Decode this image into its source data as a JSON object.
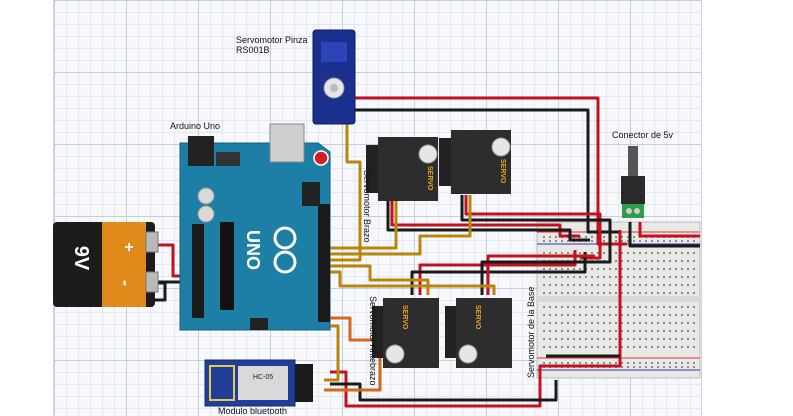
{
  "labels": {
    "servo_pinza_line1": "Servomotor Pinza",
    "servo_pinza_line2": "RS001B",
    "arduino": "Arduino Uno",
    "conector": "Conector de 5v",
    "servo_brazo": "Servomotor Brazo",
    "servo_antebrazo": "Servomotor Antebrazo",
    "servo_base": "Servomotor de la Base",
    "bluetooth": "Modulo bluetooth"
  },
  "component_text": {
    "battery": "9V",
    "battery_plus": "+",
    "battery_minus": "-",
    "servo_tag": "SERVO",
    "uno": "UNO",
    "bt_model": "HC-05"
  },
  "colors": {
    "wire_red": "#c1121f",
    "wire_black": "#1a1a1a",
    "wire_yellow": "#b8860b",
    "wire_orange": "#d2691e",
    "arduino_board": "#1d7fa6",
    "servo_body": "#2d2d2d",
    "servo_pinza": "#1b2f8f",
    "bt_board": "#1f3d99"
  }
}
